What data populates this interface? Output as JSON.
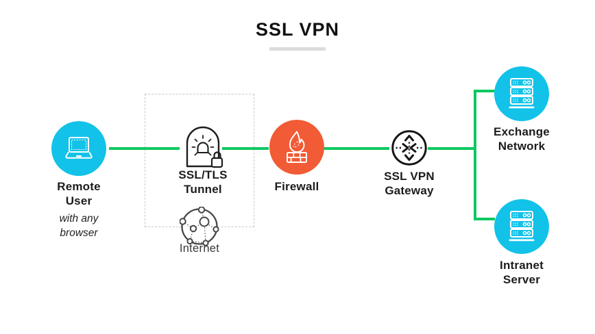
{
  "title": "SSL VPN",
  "colors": {
    "cyan": "#12c2e8",
    "orange": "#f15b35",
    "green": "#0cc860"
  },
  "nodes": {
    "remote_user": {
      "line1": "Remote",
      "line2": "User",
      "note1": "with any",
      "note2": "browser",
      "icon": "laptop-icon"
    },
    "tunnel": {
      "line1": "SSL/TLS",
      "line2": "Tunnel",
      "icon": "tunnel-lock-icon"
    },
    "internet": {
      "label": "Internet",
      "icon": "globe-network-icon"
    },
    "firewall": {
      "label": "Firewall",
      "icon": "flame-brick-wall-icon"
    },
    "gateway": {
      "line1": "SSL VPN",
      "line2": "Gateway",
      "icon": "router-arrows-icon"
    },
    "exchange_network": {
      "line1": "Exchange",
      "line2": "Network",
      "icon": "server-rack-icon"
    },
    "intranet_server": {
      "line1": "Intranet",
      "line2": "Server",
      "icon": "server-rack-icon"
    }
  }
}
